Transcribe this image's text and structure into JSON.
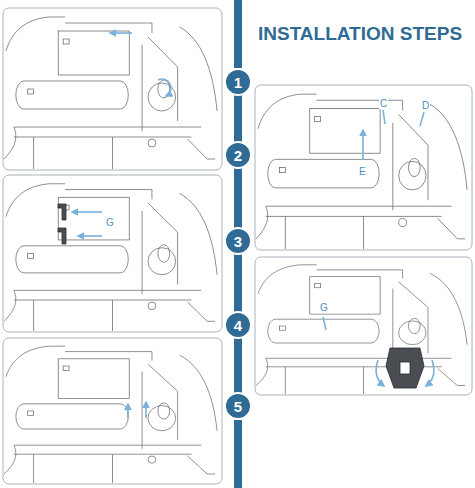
{
  "diagram": {
    "title": "INSTALLATION STEPS",
    "nodes": [
      {
        "text": [
          "1"
        ]
      },
      {
        "text": [
          "2"
        ]
      },
      {
        "text": [
          "3"
        ]
      },
      {
        "text": [
          "4"
        ]
      },
      {
        "text": [
          "5"
        ]
      }
    ],
    "edges": [
      {
        "from": 0,
        "to": 1,
        "arrow": "none"
      },
      {
        "from": 1,
        "to": 2,
        "arrow": "none"
      },
      {
        "from": 2,
        "to": 3,
        "arrow": "none"
      },
      {
        "from": 3,
        "to": 4,
        "arrow": "none"
      }
    ],
    "labels": [
      "C",
      "D",
      "E",
      "G",
      "G"
    ]
  }
}
